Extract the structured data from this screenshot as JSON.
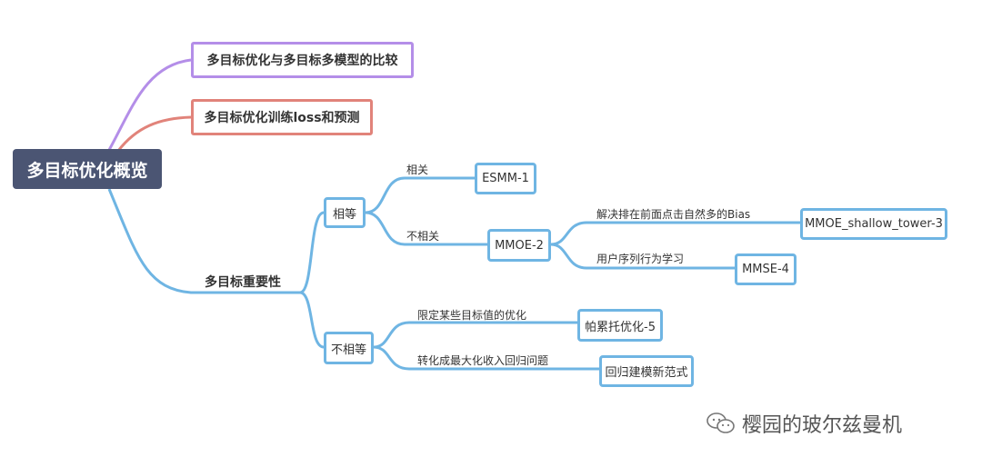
{
  "root": "多目标优化概览",
  "branch_compare": "多目标优化与多目标多模型的比较",
  "branch_train": "多目标优化训练loss和预测",
  "branch_importance": "多目标重要性",
  "equal": {
    "label": "相等",
    "related_edge": "相关",
    "related_node": "ESMM-1",
    "unrelated_edge": "不相关",
    "unrelated_node": "MMOE-2",
    "bias_edge": "解决排在前面点击自然多的Bias",
    "bias_node": "MMOE_shallow_tower-3",
    "seq_edge": "用户序列行为学习",
    "seq_node": "MMSE-4"
  },
  "unequal": {
    "label": "不相等",
    "limit_edge": "限定某些目标值的优化",
    "limit_node": "帕累托优化-5",
    "convert_edge": "转化成最大化收入回归问题",
    "convert_node": "回归建模新范式"
  },
  "watermark": "樱园的玻尔兹曼机",
  "colors": {
    "root": "#4b5573",
    "purple": "#b48ee8",
    "red": "#e1837a",
    "blue": "#6fb5e3"
  }
}
